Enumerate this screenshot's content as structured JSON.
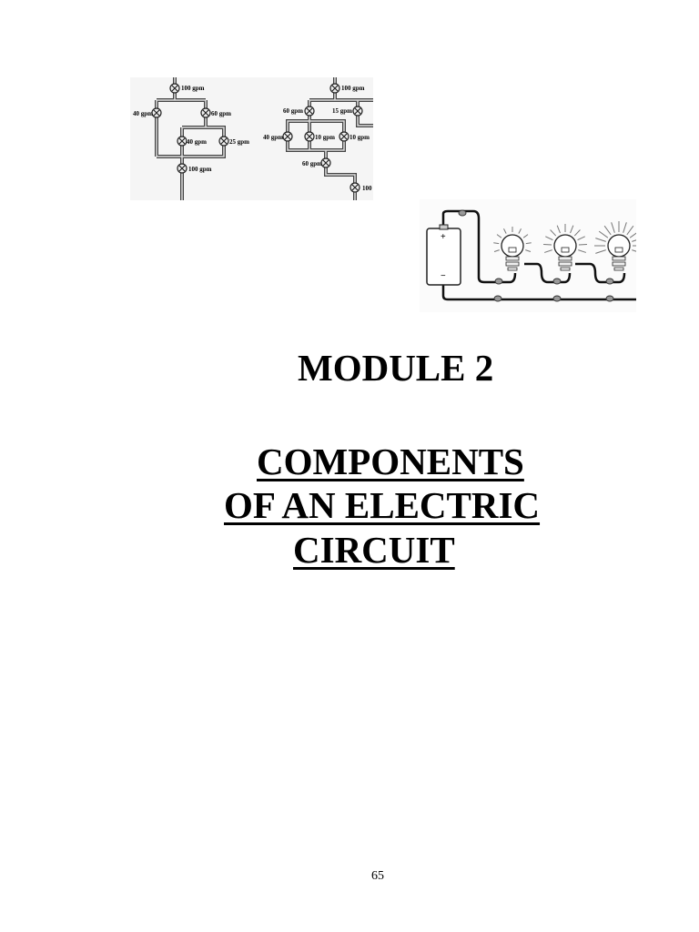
{
  "figures": {
    "flow_diagram": {
      "left_labels": [
        "100 gpm",
        "40 gpm",
        "60 gpm",
        "40 gpm",
        "25 gpm",
        "100 gpm"
      ],
      "right_labels": [
        "100 gpm",
        "60 gpm",
        "15 gpm",
        "40 gpm",
        "10 gpm",
        "10 gpm",
        "60 gpm",
        "100"
      ]
    },
    "circuit_diagram": {
      "battery_plus": "+",
      "battery_minus": "−"
    }
  },
  "heading": {
    "module": "MODULE 2",
    "title_lines": [
      "COMPONENTS",
      "OF AN ELECTRIC",
      "CIRCUIT"
    ]
  },
  "page_number": "65"
}
